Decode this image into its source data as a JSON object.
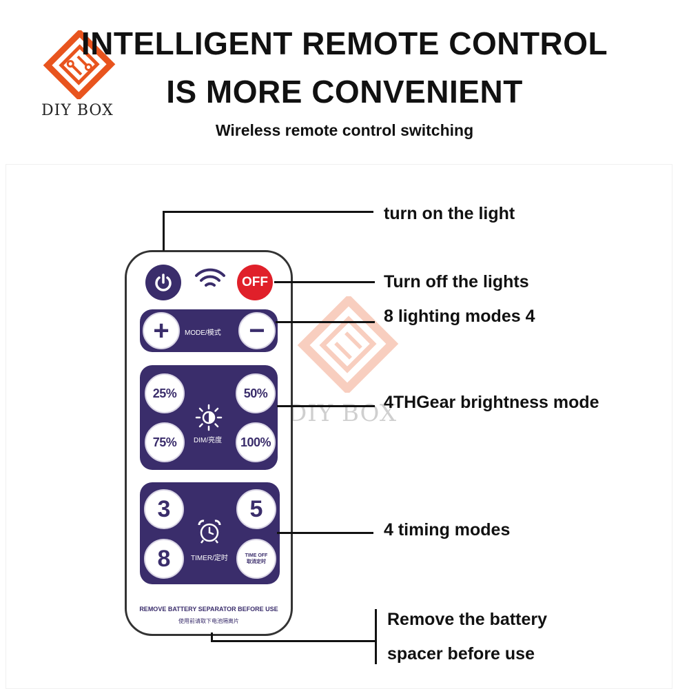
{
  "brand": {
    "name": "DIY BOX"
  },
  "header": {
    "title_line1": "INTELLIGENT REMOTE CONTROL",
    "title_line2": "IS MORE CONVENIENT",
    "subtitle": "Wireless remote control switching"
  },
  "remote": {
    "off_label": "OFF",
    "mode_label": "MODE/模式",
    "dim_label": "DIM/亮度",
    "brightness_buttons": [
      "25%",
      "50%",
      "75%",
      "100%"
    ],
    "timer_buttons": [
      "3",
      "5",
      "8"
    ],
    "timer_label": "TIMER/定时",
    "time_off_label_en": "TIME OFF",
    "time_off_label_cn": "取消定时",
    "footer_en": "REMOVE BATTERY SEPARATOR BEFORE USE",
    "footer_cn": "使用前请取下电池隔离片"
  },
  "callouts": {
    "turn_on": "turn on the light",
    "turn_off": "Turn off the lights",
    "modes": "8 lighting modes 4",
    "brightness": "4THGear brightness mode",
    "timing": "4 timing modes",
    "battery_line1": "Remove the battery",
    "battery_line2": "spacer before use"
  },
  "colors": {
    "accent_orange": "#e8541e",
    "remote_purple": "#3a2d6b",
    "off_red": "#e0202a"
  }
}
